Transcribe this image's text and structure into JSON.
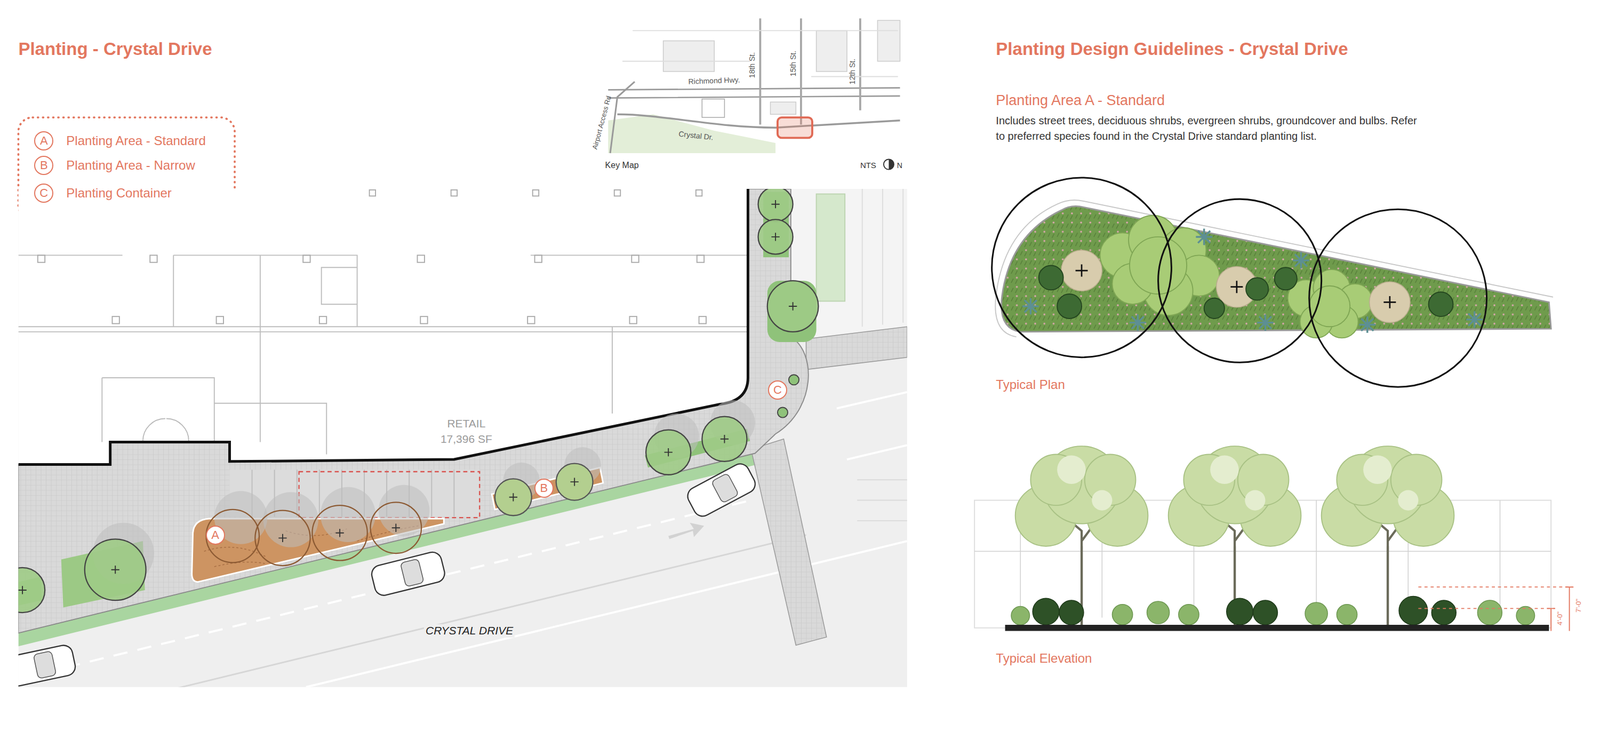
{
  "diagram": {
    "title": "Planting - Crystal Drive",
    "nodes": [
      {
        "text": [
          "A"
        ]
      },
      {
        "text": [
          "B"
        ]
      },
      {
        "text": [
          "C"
        ]
      },
      {
        "text": [
          "A"
        ]
      },
      {
        "text": [
          "B"
        ]
      },
      {
        "text": [
          "C"
        ]
      }
    ],
    "labels": [
      "18th St.",
      "15th St.",
      "12th St.",
      "Richmond Hwy.",
      "Airport Access Rd",
      "Crystal Dr.",
      "Key Map",
      "NTS",
      "N",
      "RETAIL",
      "17,396 SF",
      "CRYSTAL DRIVE",
      "Planting Design Guidelines - Crystal Drive",
      "Planting Area A - Standard",
      "Includes street trees, deciduous shrubs, evergreen shrubs, groundcover and bulbs. Refer to preferred species found in the Crystal Drive standard planting list.",
      "Typical Plan",
      "Typical Elevation",
      "7'-0\"",
      "4'-0\""
    ],
    "legend": [
      {
        "text": "Planting Area - Standard"
      },
      {
        "text": "Planting Area - Narrow"
      },
      {
        "text": "Planting Container"
      }
    ]
  }
}
